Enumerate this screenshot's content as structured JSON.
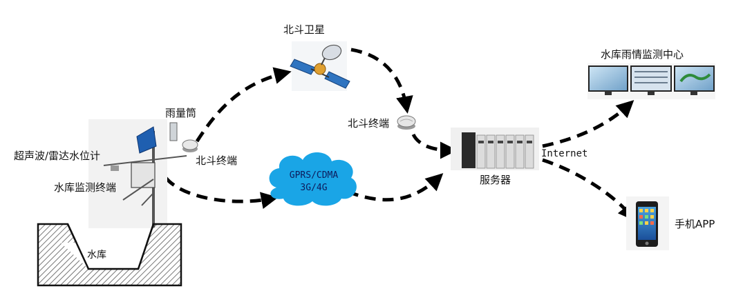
{
  "labels": {
    "satellite": "北斗卫星",
    "beidou_terminal_top": "北斗终端",
    "rain_gauge": "雨量筒",
    "water_level_meter": "超声波/雷达水位计",
    "beidou_terminal_station": "北斗终端",
    "monitor_terminal": "水库监测终端",
    "reservoir": "水库",
    "cloud_line1": "GPRS/CDMA",
    "cloud_line2": "3G/4G",
    "server": "服务器",
    "internet": "Internet",
    "monitor_center": "水库雨情监测中心",
    "mobile_app": "手机APP"
  },
  "colors": {
    "arrow": "#000000",
    "cloud": "#1aa5e6",
    "cloud_text": "#0d1b5c",
    "panel_blue": "#1f6fc4",
    "server_body": "#e8e8e8"
  },
  "icons": {
    "satellite": "satellite-icon",
    "terminal": "beidou-terminal-icon",
    "server": "server-rack-icon",
    "monitors": "monitor-screens-icon",
    "phone": "smartphone-icon",
    "station": "monitoring-station-icon",
    "reservoir": "reservoir-icon",
    "cloud": "cloud-icon"
  }
}
